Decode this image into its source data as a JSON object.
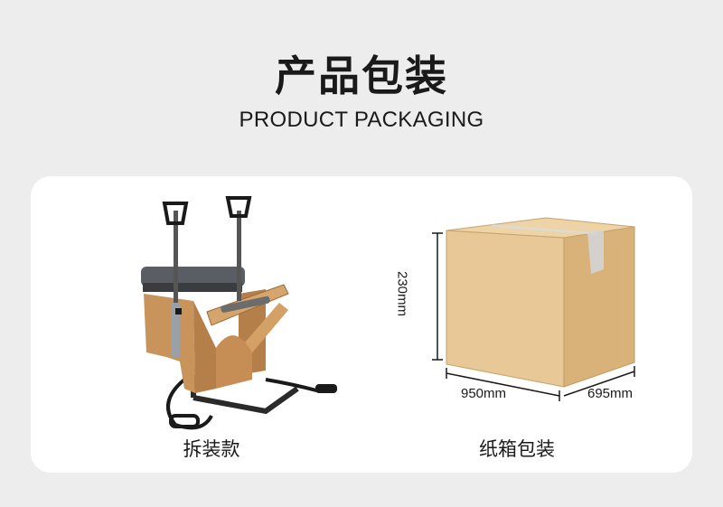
{
  "header": {
    "title_cn": "产品包装",
    "title_en": "PRODUCT PACKAGING"
  },
  "card": {
    "left_caption": "拆装款",
    "right_caption": "纸箱包装",
    "dimensions": {
      "height": "230mm",
      "width": "950mm",
      "depth": "695mm"
    }
  },
  "colors": {
    "background": "#ededed",
    "card": "#ffffff",
    "wood": "#c9935c",
    "cardboard": "#e8c896",
    "text": "#1a1a1a"
  }
}
